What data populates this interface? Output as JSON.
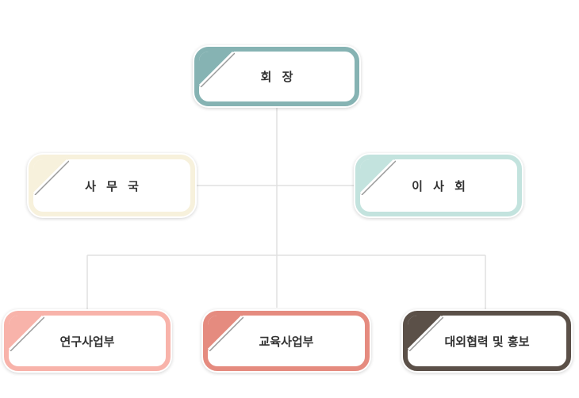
{
  "org_chart": {
    "nodes": {
      "chairman": {
        "label": "회 장",
        "color": "#86b3b3"
      },
      "secretariat": {
        "label": "사 무 국",
        "color": "#f7f1dc"
      },
      "board": {
        "label": "이 사 회",
        "color": "#c3e3de"
      },
      "research": {
        "label": "연구사업부",
        "color": "#f8b3aa"
      },
      "education": {
        "label": "교육사업부",
        "color": "#e58b7f"
      },
      "external": {
        "label": "대외협력 및 홍보",
        "color": "#5b5048"
      }
    },
    "line_color": "#e0e0e0"
  }
}
